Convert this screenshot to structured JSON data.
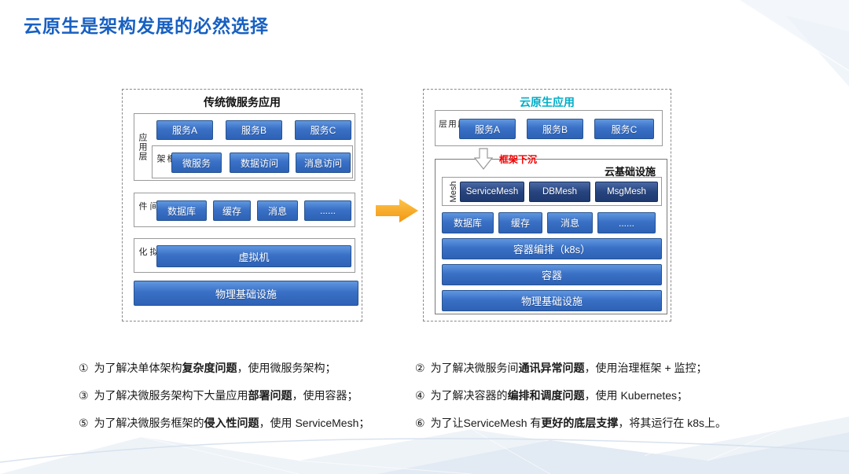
{
  "page": {
    "title": "云原生是架构发展的必然选择"
  },
  "traditional": {
    "title": "传统微服务应用",
    "app_layer": {
      "label": "应用层",
      "services": [
        "服务A",
        "服务B",
        "服务C"
      ],
      "framework": {
        "label": "框架",
        "items": [
          "微服务",
          "数据访问",
          "消息访问"
        ]
      }
    },
    "middleware": {
      "label": "中间件",
      "items": [
        "数据库",
        "缓存",
        "消息",
        "......"
      ]
    },
    "virtualization": {
      "label": "虚拟化",
      "items": [
        "虚拟机"
      ]
    },
    "physical": "物理基础设施"
  },
  "cloud_native": {
    "title": "云原生应用",
    "app_layer": {
      "label": "应用层",
      "services": [
        "服务A",
        "服务B",
        "服务C"
      ]
    },
    "sink_label": "框架下沉",
    "infra": {
      "title": "云基础设施",
      "mesh": {
        "label": "Mesh",
        "items": [
          "ServiceMesh",
          "DBMesh",
          "MsgMesh"
        ]
      },
      "middleware": [
        "数据库",
        "缓存",
        "消息",
        "......"
      ],
      "layers": [
        "容器编排（k8s）",
        "容器",
        "物理基础设施"
      ]
    }
  },
  "notes_left": [
    {
      "num": "①",
      "pre": "为了解决单体架构",
      "bold": "复杂度问题",
      "post": "，使用微服务架构；"
    },
    {
      "num": "③",
      "pre": "为了解决微服务架构下大量应用",
      "bold": "部署问题",
      "post": "，使用容器；"
    },
    {
      "num": "⑤",
      "pre": "为了解决微服务框架的",
      "bold": "侵入性问题",
      "post": "，使用 ServiceMesh；"
    }
  ],
  "notes_right": [
    {
      "num": "②",
      "pre": "为了解决微服务间",
      "bold": "通讯异常问题",
      "post": "，使用治理框架 + 监控；"
    },
    {
      "num": "④",
      "pre": "为了解决容器的",
      "bold": "编排和调度问题",
      "post": "，使用 Kubernetes；"
    },
    {
      "num": "⑥",
      "pre": "为了让ServiceMesh 有",
      "bold": "更好的底层支撑",
      "post": "，将其运行在 k8s上。"
    }
  ],
  "icons": {
    "transform_arrow": "right-block-arrow",
    "sink_arrow": "down-outline-arrow"
  },
  "colors": {
    "title_blue": "#1760C2",
    "block_blue": "#3A70C5",
    "block_dark_navy": "#27447F",
    "cloud_title_cyan": "#00AEC8",
    "sink_label_red": "#F00000",
    "arrow_orange": "#F59E14"
  }
}
